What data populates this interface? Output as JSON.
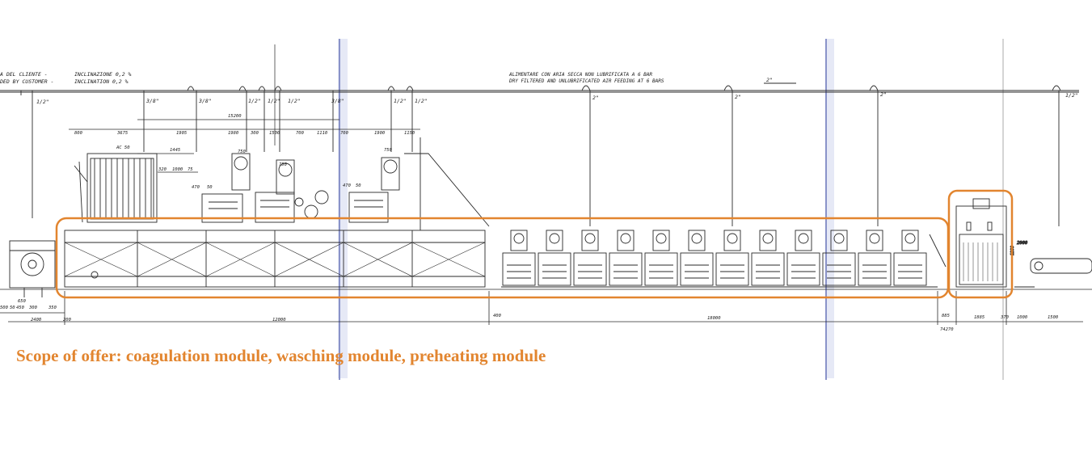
{
  "notes": {
    "client_it": "A DEL CLIENTE -",
    "client_en": "DED BY CUSTOMER -",
    "incl_it": "INCLINAZIONE 0,2 %",
    "incl_en": "INCLINATION 0,2 %",
    "air_it": "ALIMENTARE CON ARIA SECCA NON LUBRIFICATA A 6 BAR",
    "air_en": "DRY FILTERED AND UNLUBRIFICATED AIR FEEDING AT 6 BARS"
  },
  "pipe_labels": [
    "1/2\"",
    "3/8\"",
    "3/8\"",
    "1/2\"",
    "1/2\"",
    "1/2\"",
    "3/8\"",
    "1/2\"",
    "1/2\"",
    "2\"",
    "2\"",
    "2\"",
    "2\"",
    "1/2\""
  ],
  "top_dims": [
    "800",
    "3675",
    "1905",
    "1980",
    "300",
    "1500",
    "700",
    "1110",
    "700",
    "1900",
    "1150",
    "15200",
    "AC 50",
    "1445",
    "320",
    "1000",
    "75",
    "470",
    "50",
    "470",
    "50",
    "750",
    "750",
    "750"
  ],
  "right_dims": [
    "2000",
    "1200"
  ],
  "bottom_dims": {
    "left": [
      "650",
      "500",
      "50",
      "450",
      "300",
      "350",
      "2400",
      "200"
    ],
    "spans": [
      "12000",
      "400",
      "18000",
      "885",
      "1885",
      "370",
      "1000",
      "1500",
      "74270"
    ]
  },
  "caption": "Scope of offer: coagulation module, wasching module, preheating module",
  "colors": {
    "line": "#2a2a2a",
    "highlight": "#e2852f",
    "fold": "#8a93c9"
  }
}
